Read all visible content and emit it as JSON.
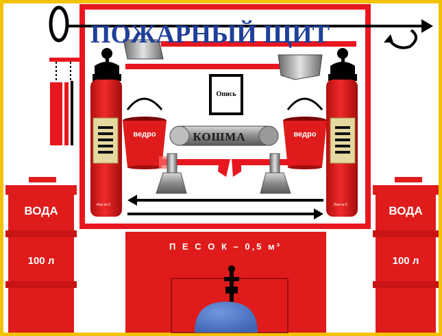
{
  "title": "ПОЖАРНЫЙ ЩИТ",
  "inventory_doc": "Опись",
  "blanket": "КОШМА",
  "bucket_left": "ведро",
  "bucket_right": "ведро",
  "extinguisher_left_inv": "Инв № 6",
  "extinguisher_right_inv": "Инв № 5",
  "barrel_left": {
    "label": "ВОДА",
    "volume": "100 л"
  },
  "barrel_right": {
    "label": "ВОДА",
    "volume": "100 л"
  },
  "sand_box": {
    "label": "П Е С О К – 0,5 м³"
  },
  "colors": {
    "background": "#f2c200",
    "board_frame": "#e8171f",
    "equipment_red": "#e01b1b",
    "title_blue": "#1f3f9a",
    "dome_blue": "#4a78c8"
  }
}
